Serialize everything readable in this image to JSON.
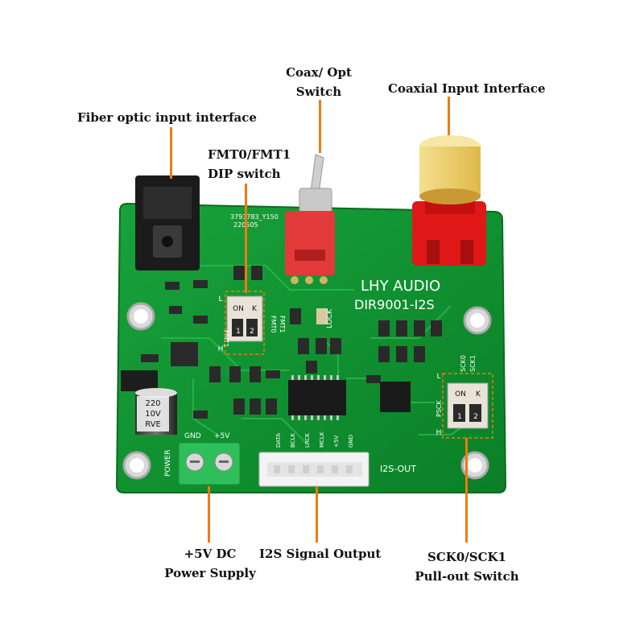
{
  "callouts": {
    "fiber": "Fiber optic input interface",
    "coax_opt_line1": "Coax/ Opt",
    "coax_opt_line2": "Switch",
    "coaxial": "Coaxial Input Interface",
    "fmt_line1": "FMT0/FMT1",
    "fmt_line2": "DIP switch",
    "power_line1": "+5V DC",
    "power_line2": "Power Supply",
    "i2s": "I2S Signal Output",
    "sck_line1": "SCK0/SCK1",
    "sck_line2": "Pull-out Switch"
  },
  "board": {
    "brand": "LHY AUDIO",
    "model": "DIR9001-I2S",
    "serial_line1": "3793783_Y150",
    "serial_line2": "220505",
    "capacitor_line1": "220",
    "capacitor_line2": "10V",
    "capacitor_line3": "RVE",
    "power_label": "POWER",
    "gnd_label": "GND",
    "plus5v_label": "+5V",
    "i2s_out_label": "I2S-OUT",
    "lock_label": "LOCK",
    "fmt1_label": "FMT1",
    "fmt0_label": "FMT0",
    "fmt1_label_left": "FMT1",
    "pin_labels": [
      "DATA",
      "BCLK",
      "LRCK",
      "MCLK",
      "+5V",
      "GND"
    ],
    "sck0_label": "SCK0",
    "sck1_label": "SCK1",
    "psck_label": "PSCK",
    "dip_left": {
      "on": "ON",
      "k": "K",
      "n1": "1",
      "n2": "2",
      "l": "L",
      "h": "H"
    },
    "dip_right": {
      "on": "ON",
      "k": "K",
      "n1": "1",
      "n2": "2",
      "l": "L",
      "h": "H"
    }
  },
  "colors": {
    "pcb": "#0f8f2f",
    "leader": "#f07a10",
    "rca": "#e01818",
    "rca_insert": "#f2d36a",
    "terminal": "#2fbf5a"
  }
}
